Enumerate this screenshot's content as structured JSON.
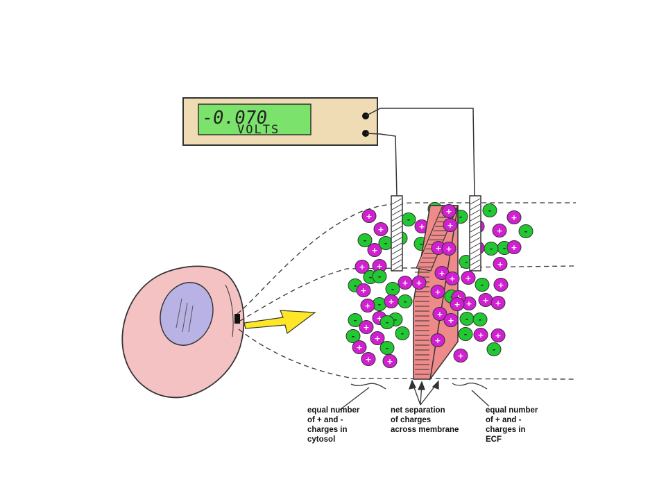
{
  "meter": {
    "reading": "-0.070",
    "unit": "VOLTS",
    "display_color": "#7be26b",
    "body_color": "#f0dcb4"
  },
  "labels": {
    "cytosol": [
      "equal number",
      "of + and -",
      "charges in",
      "cytosol"
    ],
    "membrane": [
      "net separation",
      "of charges",
      "across membrane"
    ],
    "ecf": [
      "equal number",
      "of + and -",
      "charges in",
      "ECF"
    ]
  },
  "ions": {
    "plus_symbol": "+",
    "minus_symbol": "-",
    "cation_color": "#d21fd2",
    "anion_color": "#22c832"
  },
  "colors": {
    "cell_body": "#f4c2c2",
    "nucleus": "#b8b3e4",
    "membrane": "#ee8a8a",
    "arrow": "#ffe627"
  }
}
